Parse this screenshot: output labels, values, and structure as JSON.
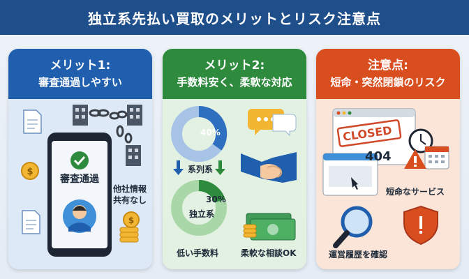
{
  "header": {
    "title": "独立系先払い買取のメリットとリスク注意点"
  },
  "panels": [
    {
      "heading": "メリット1:",
      "subheading": "審査通過しやすい",
      "phone_badge": "審査通過",
      "side_label_line1": "他社情報",
      "side_label_line2": "共有なし"
    },
    {
      "heading": "メリット2:",
      "subheading": "手数料安く、柔軟な対応",
      "fee_top": "40%",
      "fee_bottom": "30%",
      "label_series": "系列系",
      "label_indep": "独立系",
      "caption_low_fee": "低い手数料",
      "caption_flexible": "柔軟な相談OK"
    },
    {
      "heading": "注意点:",
      "subheading": "短命・突然閉鎖のリスク",
      "closed_sign": "CLOSED",
      "error_code": "404",
      "caption_short": "短命なサービス",
      "caption_history": "運営履歴を確認"
    }
  ],
  "colors": {
    "banner": "#1f4f8b",
    "merit1": "#1f5fae",
    "merit2": "#2e8b3e",
    "caution": "#d94e1f"
  },
  "icons": [
    "document-icon",
    "coin-icon",
    "building-icon",
    "broken-chain-icon",
    "check-icon",
    "person-icon",
    "coin-stack-icon",
    "donut-chart-icon",
    "arrow-down-icon",
    "chat-bubble-icon",
    "handshake-icon",
    "money-stack-icon",
    "browser-window-icon",
    "clock-icon",
    "calendar-icon",
    "warning-icon",
    "magnifier-icon",
    "shield-icon"
  ]
}
